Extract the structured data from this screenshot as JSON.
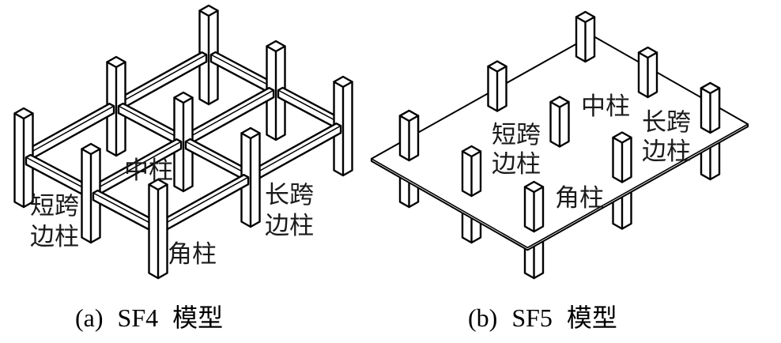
{
  "figure": {
    "models": [
      {
        "caption": "(a) SF4 模型",
        "members": [
          "column",
          "beam"
        ],
        "column_grid": {
          "short_span_count": 3,
          "long_span_count": 3
        },
        "labels": {
          "short_span_edge_column": [
            "短跨",
            "边柱"
          ],
          "center_column": "中柱",
          "long_span_edge_column": [
            "长跨",
            "边柱"
          ],
          "corner_column": "角柱"
        }
      },
      {
        "caption": "(b) SF5 模型",
        "members": [
          "column",
          "slab"
        ],
        "column_grid": {
          "short_span_count": 3,
          "long_span_count": 3
        },
        "labels": {
          "short_span_edge_column": [
            "短跨",
            "边柱"
          ],
          "center_column": "中柱",
          "long_span_edge_column": [
            "长跨",
            "边柱"
          ],
          "corner_column": "角柱"
        }
      }
    ]
  },
  "colors": {
    "line": "#000000",
    "fill": "#ffffff",
    "text": "#1a1a1a",
    "background": "#ffffff"
  }
}
